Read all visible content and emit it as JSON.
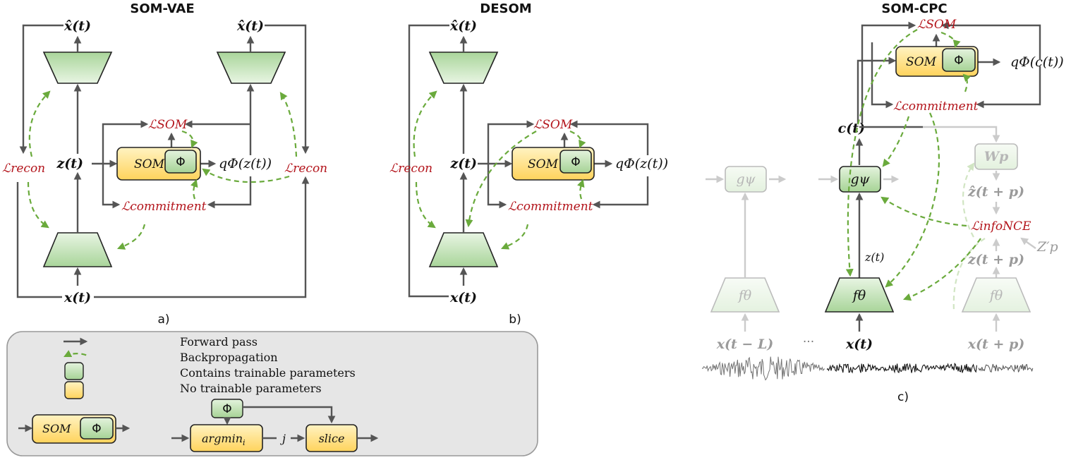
{
  "panels": {
    "a": {
      "title": "SOM-VAE",
      "caption": "a)"
    },
    "b": {
      "title": "DESOM",
      "caption": "b)"
    },
    "c": {
      "title": "SOM-CPC",
      "caption": "c)"
    }
  },
  "symbols": {
    "x_hat_t": "x̂(t)",
    "z_t": "z(t)",
    "x_t": "x(t)",
    "c_t": "c(t)",
    "q_z": "qΦ(z(t))",
    "q_c": "qΦ(c(t))",
    "som": "SOM",
    "phi": "Φ",
    "g_psi": "gψ",
    "f_theta": "fθ",
    "w_p": "Wp",
    "z_hat_tp": "ẑ(t + p)",
    "z_tp": "z(t + p)",
    "z_prime_p": "Z′p",
    "x_t_minus_L": "x(t − L)",
    "ellipsis": "···",
    "x_tp": "x(t + p)",
    "z_t_small": "z(t)"
  },
  "losses": {
    "recon": "ℒrecon",
    "som": "ℒSOM",
    "commitment": "ℒcommitment",
    "infonce": "ℒinfoNCE"
  },
  "legend": {
    "forward": "Forward pass",
    "backward": "Backpropagation",
    "trainable": "Contains trainable parameters",
    "non_trainable": "No trainable parameters",
    "argmin": "argmin",
    "argmin_sub": "i",
    "j": "j",
    "slice": "slice"
  },
  "colors": {
    "forward_arrow": "#555555",
    "backprop_arrow": "#6aaa3c",
    "loss_text": "#b3141b",
    "trainable_fill": "#cfe8c6",
    "non_trainable_fill": "#ffe08a",
    "legend_bg": "#e6e6e6"
  }
}
